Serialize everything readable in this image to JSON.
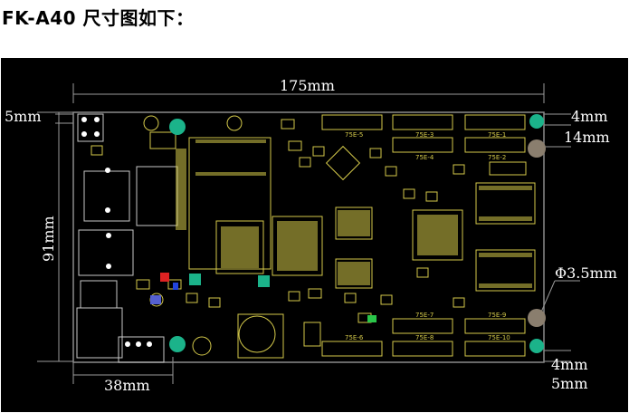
{
  "title": "FK-A40 尺寸图如下：",
  "dimensions": {
    "width": "175mm",
    "height": "91mm",
    "left_margin": "5mm",
    "bottom_span": "38mm",
    "right_top_a": "4mm",
    "right_top_b": "14mm",
    "hole_diameter": "Φ3.5mm",
    "right_bottom_a": "4mm",
    "right_bottom_b": "5mm"
  },
  "connectors": {
    "c1": "75E-5",
    "c2": "75E-3",
    "c3": "75E-1",
    "c4": "75E-4",
    "c5": "75E-2",
    "c6": "75E-7",
    "c7": "75E-9",
    "c8": "75E-6",
    "c9": "75E-8",
    "c10": "75E-10"
  },
  "colors": {
    "background": "#000000",
    "outline": "#8a8a8a",
    "component": "#d4c94a",
    "hole_fill": "#1bb38a",
    "dimension_text": "#ffffff"
  }
}
